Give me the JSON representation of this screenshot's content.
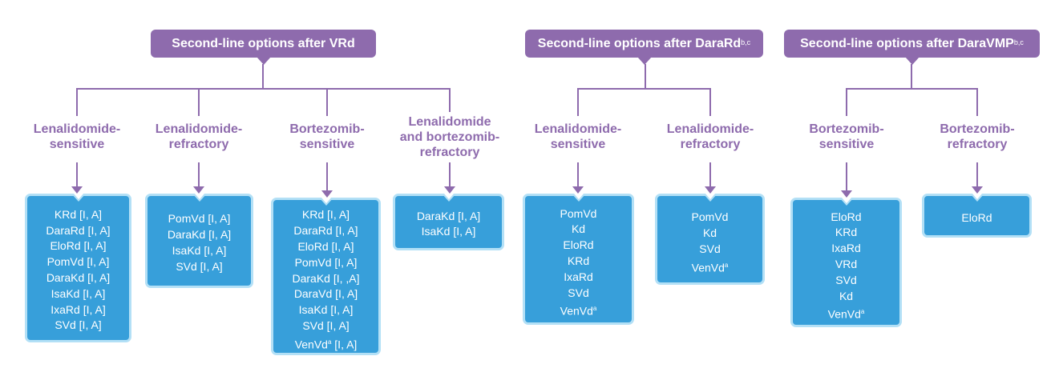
{
  "colors": {
    "purple": "#8e6bad",
    "box_fill": "#379fda",
    "box_border": "#b3e0f6"
  },
  "headers": [
    {
      "text": "Second-line options after VRd",
      "sup": ""
    },
    {
      "text": "Second-line options after DaraRd",
      "sup": "b,c"
    },
    {
      "text": "Second-line options after DaraVMP",
      "sup": "b,c"
    }
  ],
  "columns": [
    {
      "label": [
        "Lenalidomide-",
        "sensitive"
      ],
      "items": [
        [
          "KRd [I, A]",
          ""
        ],
        [
          "DaraRd [I, A]",
          ""
        ],
        [
          "EloRd [I, A]",
          ""
        ],
        [
          "PomVd [I, A]",
          ""
        ],
        [
          "DaraKd [I, A]",
          ""
        ],
        [
          "IsaKd [I, A]",
          ""
        ],
        [
          "IxaRd [I, A]",
          ""
        ],
        [
          "SVd [I, A]",
          ""
        ]
      ]
    },
    {
      "label": [
        "Lenalidomide-",
        "refractory"
      ],
      "items": [
        [
          "PomVd [I, A]",
          ""
        ],
        [
          "DaraKd [I, A]",
          ""
        ],
        [
          "IsaKd [I, A]",
          ""
        ],
        [
          "SVd [I, A]",
          ""
        ]
      ]
    },
    {
      "label": [
        "Bortezomib-",
        "sensitive"
      ],
      "items": [
        [
          "KRd [I, A]",
          ""
        ],
        [
          "DaraRd [I, A]",
          ""
        ],
        [
          "EloRd [I, A]",
          ""
        ],
        [
          "PomVd [I, A]",
          ""
        ],
        [
          "DaraKd [I, ,A]",
          ""
        ],
        [
          "DaraVd [I, A]",
          ""
        ],
        [
          "IsaKd [I, A]",
          ""
        ],
        [
          "SVd [I, A]",
          ""
        ],
        [
          "VenVd",
          "a",
          " [I, A]"
        ]
      ]
    },
    {
      "label": [
        "Lenalidomide",
        "and bortezomib-",
        "refractory"
      ],
      "items": [
        [
          "DaraKd [I, A]",
          ""
        ],
        [
          "IsaKd [I, A]",
          ""
        ]
      ]
    },
    {
      "label": [
        "Lenalidomide-",
        "sensitive"
      ],
      "items": [
        [
          "PomVd",
          ""
        ],
        [
          "Kd",
          ""
        ],
        [
          "EloRd",
          ""
        ],
        [
          "KRd",
          ""
        ],
        [
          "IxaRd",
          ""
        ],
        [
          "SVd",
          ""
        ],
        [
          "VenVd",
          "a"
        ]
      ]
    },
    {
      "label": [
        "Lenalidomide-",
        "refractory"
      ],
      "items": [
        [
          "PomVd",
          ""
        ],
        [
          "Kd",
          ""
        ],
        [
          "SVd",
          ""
        ],
        [
          "VenVd",
          "a"
        ]
      ]
    },
    {
      "label": [
        "Bortezomib-",
        "sensitive"
      ],
      "items": [
        [
          "EloRd",
          ""
        ],
        [
          "KRd",
          ""
        ],
        [
          "IxaRd",
          ""
        ],
        [
          "VRd",
          ""
        ],
        [
          "SVd",
          ""
        ],
        [
          "Kd",
          ""
        ],
        [
          "VenVd",
          "a"
        ]
      ]
    },
    {
      "label": [
        "Bortezomib-",
        "refractory"
      ],
      "items": [
        [
          "EloRd",
          ""
        ]
      ]
    }
  ]
}
